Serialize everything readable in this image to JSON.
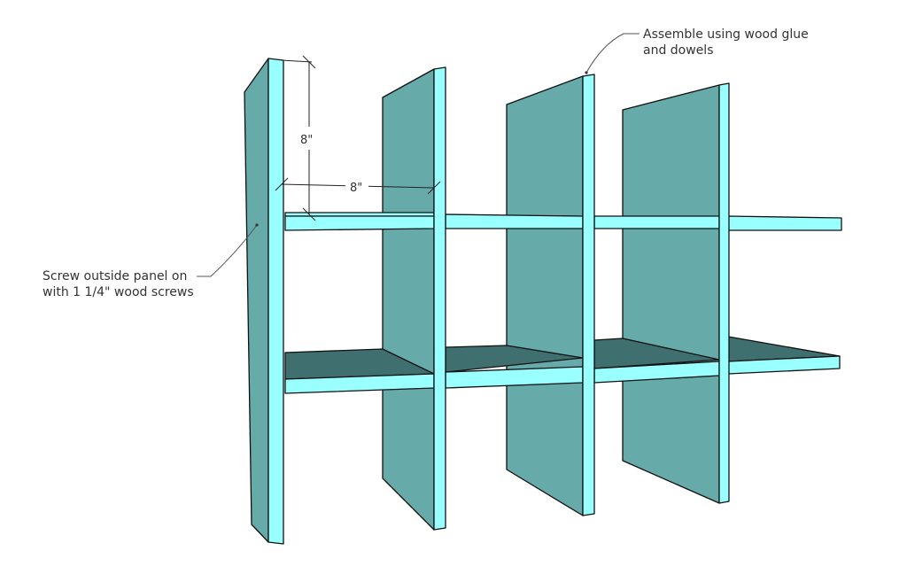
{
  "annotations": {
    "glue": [
      "Assemble using wood glue",
      "and dowels"
    ],
    "screw": [
      "Screw outside panel on",
      "with 1 1/4\" wood screws"
    ]
  },
  "dimensions": {
    "vertical": "8\"",
    "horizontal": "8\""
  },
  "colors": {
    "panel_face": "#66aaaa",
    "panel_edge": "#99ffff",
    "shelf_top_dark": "#3f6f6f",
    "outline": "#111111"
  }
}
